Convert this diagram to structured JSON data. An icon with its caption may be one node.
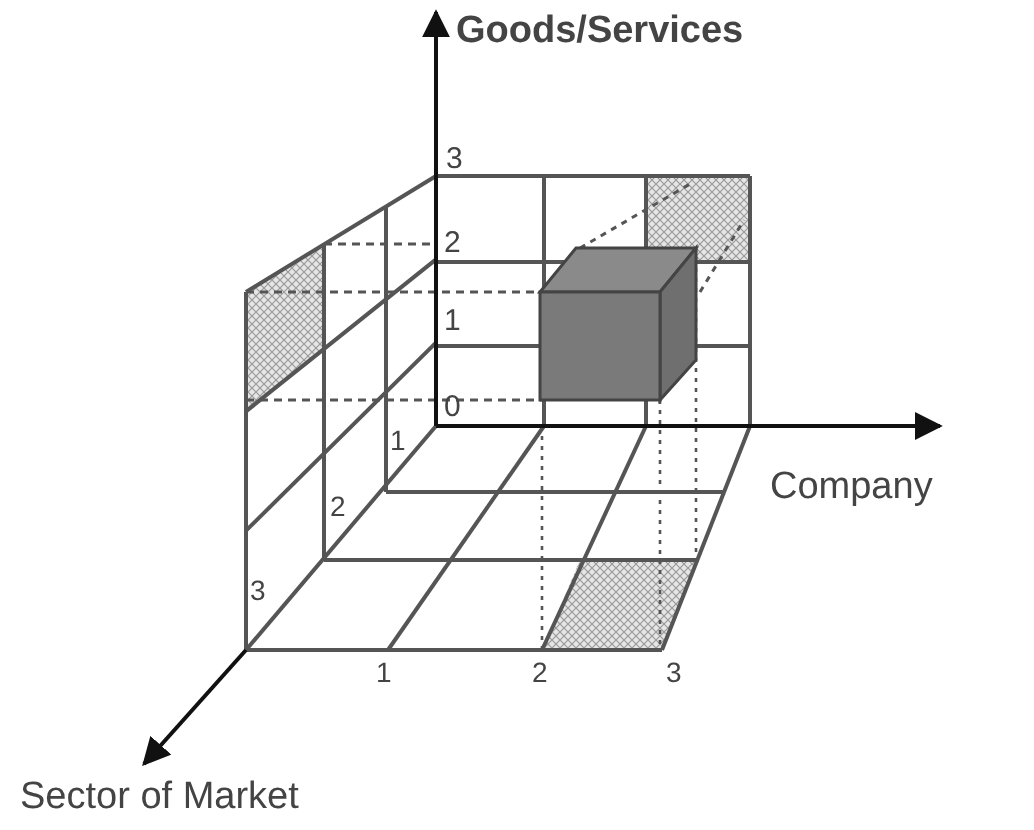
{
  "diagram": {
    "labels": [
      "Goods/Services",
      "3",
      "2",
      "1",
      "0",
      "1",
      "Company",
      "2",
      "3",
      "1",
      "2",
      "3",
      "Sector of Market"
    ]
  }
}
